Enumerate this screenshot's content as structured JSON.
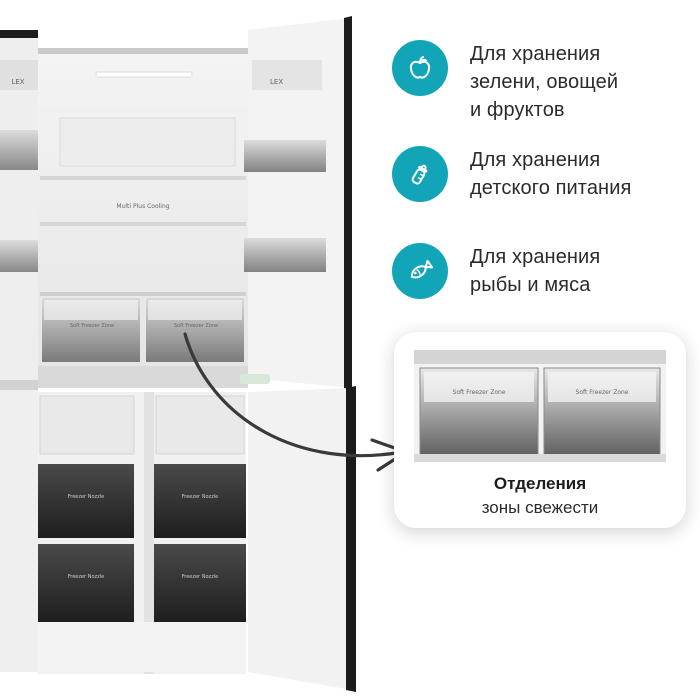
{
  "accent_color": "#12a5b8",
  "features": [
    {
      "icon": "apple-icon",
      "text": "Для хранения\nзелени, овощей\nи фруктов"
    },
    {
      "icon": "baby-bottle-icon",
      "text": "Для хранения\nдетского питания"
    },
    {
      "icon": "fish-icon",
      "text": "Для хранения\nрыбы и мяса"
    }
  ],
  "callout": {
    "title": "Отделения",
    "subtitle": "зоны свежести"
  },
  "fridge_labels": {
    "cooling_label": "Multi Plus Cooling",
    "drawer_label": "Soft Freezer Zone",
    "freezer_label": "Freezer Nozzle",
    "door_logo": "LEX"
  }
}
